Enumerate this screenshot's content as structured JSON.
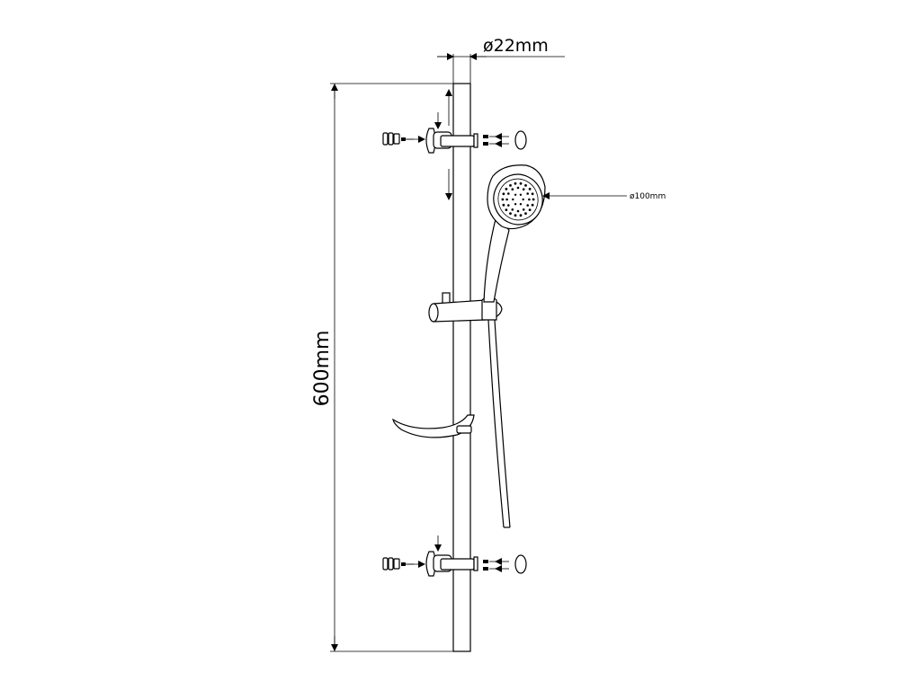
{
  "dimensions": {
    "pipe_diameter": "ø22mm",
    "height": "600mm",
    "head_diameter": "ø100mm"
  }
}
